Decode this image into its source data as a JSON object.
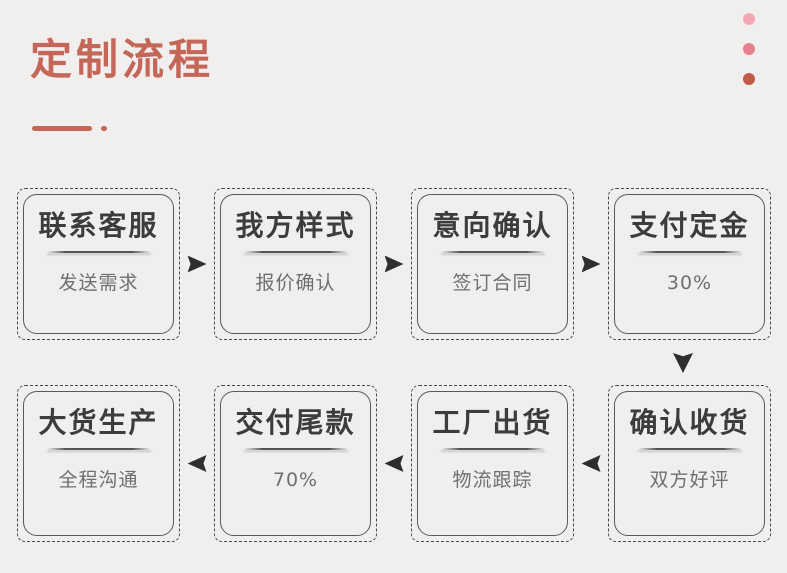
{
  "theme": {
    "bg": "#f0efee",
    "accent": "#c46758",
    "dot-light": "#f3a8b4",
    "dot-mid": "#e5818f",
    "dot-dark": "#c05a49",
    "box-border": "#4a4a4a",
    "step-title": "#3c3c3c",
    "step-sub": "#6f6f6f",
    "arrow": "#2e2e2e"
  },
  "header": {
    "title": "定制流程"
  },
  "icons": {
    "arrow_right": "right-triangle",
    "arrow_left": "left-triangle",
    "arrow_down": "down-triangle"
  },
  "flow": {
    "row1": [
      {
        "title": "联系客服",
        "subtitle": "发送需求"
      },
      {
        "title": "我方样式",
        "subtitle": "报价确认"
      },
      {
        "title": "意向确认",
        "subtitle": "签订合同"
      },
      {
        "title": "支付定金",
        "subtitle": "30%"
      }
    ],
    "row2": [
      {
        "title": "大货生产",
        "subtitle": "全程沟通"
      },
      {
        "title": "交付尾款",
        "subtitle": "70%"
      },
      {
        "title": "工厂出货",
        "subtitle": "物流跟踪"
      },
      {
        "title": "确认收货",
        "subtitle": "双方好评"
      }
    ]
  }
}
